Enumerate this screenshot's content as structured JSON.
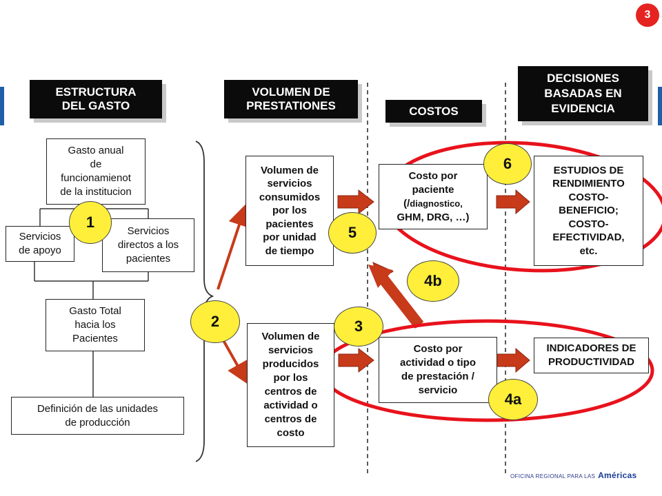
{
  "page_number": "3",
  "headers": {
    "estructura": "ESTRUCTURA\nDEL GASTO",
    "volumen": "VOLUMEN DE\nPRESTATIONES",
    "costos": "COSTOS",
    "decisiones": "DECISIONES\nBASADAS  EN\nEVIDENCIA"
  },
  "boxes": {
    "gasto_anual": "Gasto anual\nde\nfuncionamienot\nde la institucion",
    "servicios_apoyo": "Servicios\nde apoyo",
    "servicios_directos": "Servicios\ndirectos a los\npacientes",
    "gasto_total": "Gasto Total\nhacia los\nPacientes",
    "definicion": "Definición de las unidades\nde producción",
    "volumen_consumidos": "Volumen de\nservicios\nconsumidos\npor los\npacientes\npor unidad\nde tiempo",
    "volumen_producidos": "Volumen de\nservicios\nproducidos\npor los\ncentros de\nactividad o\ncentros de\ncosto",
    "costo_paciente_main": "Costo por\npaciente\n(/",
    "costo_paciente_small": "diagnostico,",
    "costo_paciente_end": "\nGHM, DRG, …)",
    "costo_actividad": "Costo por\nactividad o tipo\nde prestación /\nservicio",
    "estudios": "ESTUDIOS DE\nRENDIMIENTO\nCOSTO-\nBENEFICIO;\nCOSTO-\nEFECTIVIDAD,\netc.",
    "indicadores": "INDICADORES DE\nPRODUCTIVIDAD"
  },
  "badges": [
    "1",
    "2",
    "3",
    "4a",
    "4b",
    "5",
    "6"
  ],
  "footer": {
    "prefix": "OFICINA REGIONAL PARA LAS",
    "brand": "Américas"
  },
  "colors": {
    "badge_fill": "#ffef3a",
    "arrow": "#c73a1a",
    "highlight_ellipse": "#e8121c",
    "header_fill": "#0b0b0b",
    "page_badge": "#e52421"
  }
}
